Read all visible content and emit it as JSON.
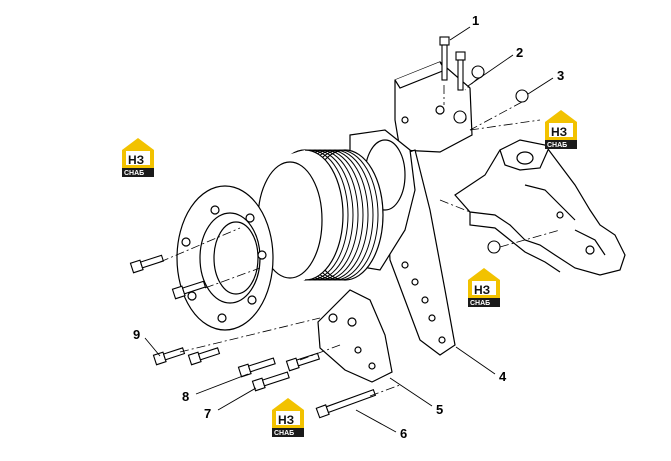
{
  "diagram": {
    "callouts": [
      {
        "id": "1",
        "label": "1"
      },
      {
        "id": "2",
        "label": "2"
      },
      {
        "id": "3",
        "label": "3"
      },
      {
        "id": "4",
        "label": "4"
      },
      {
        "id": "5",
        "label": "5"
      },
      {
        "id": "6",
        "label": "6"
      },
      {
        "id": "7",
        "label": "7"
      },
      {
        "id": "8",
        "label": "8"
      },
      {
        "id": "9",
        "label": "9"
      }
    ],
    "logo": {
      "mark": "НЗ",
      "sub": "СНАБ"
    },
    "colors": {
      "line": "#000000",
      "logo_yellow": "#f2c200",
      "logo_dark": "#1a1a1a"
    }
  }
}
